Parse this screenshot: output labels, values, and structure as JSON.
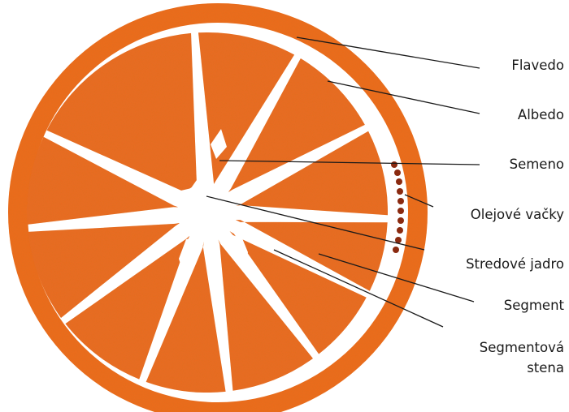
{
  "labels": {
    "flavedo": "Flavedo",
    "albedo": "Albedo",
    "semeno": "Semeno",
    "olejove_vacky": "Olejové vačky",
    "stredove_jadro": "Stredové jadro",
    "segment": "Segment",
    "segmentova_stena_line1": "Segmentová",
    "segmentova_stena_line2": "stena"
  },
  "colors": {
    "peel": "#ef6a1f",
    "pulp": "#ec6a22",
    "albedo": "#ffffff",
    "oil_gland": "#8a2a10",
    "leader_line": "#1a1a1a"
  }
}
